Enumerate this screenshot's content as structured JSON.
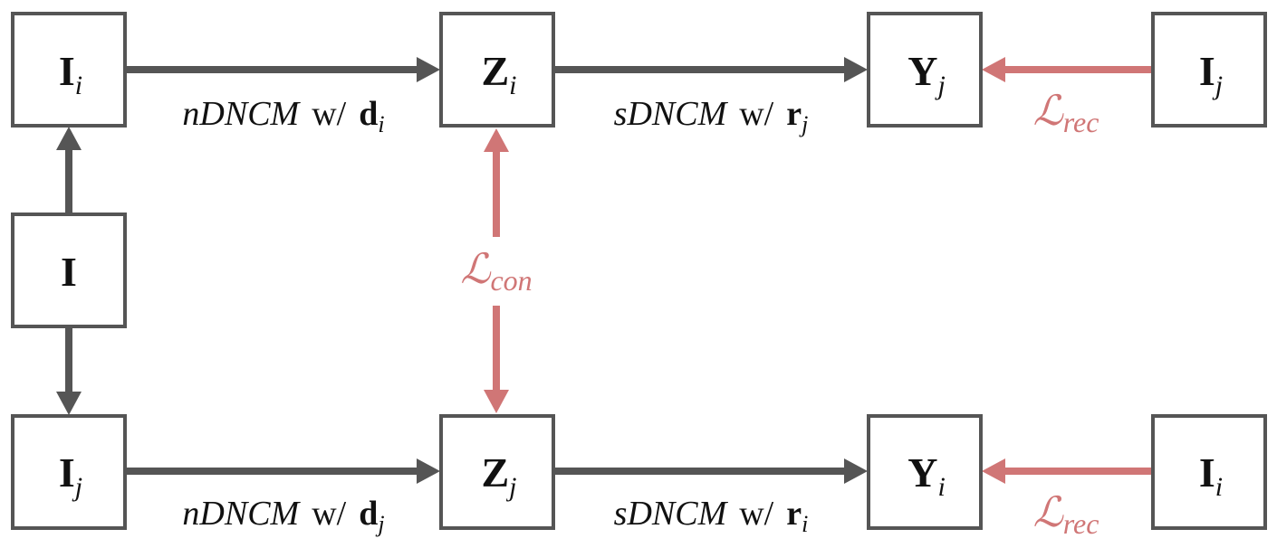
{
  "nodes": {
    "I_i_top": {
      "symbol": "I",
      "sub": "i"
    },
    "Z_i": {
      "symbol": "Z",
      "sub": "i"
    },
    "Y_j": {
      "symbol": "Y",
      "sub": "j"
    },
    "I_j_right": {
      "symbol": "I",
      "sub": "j"
    },
    "I": {
      "symbol": "I",
      "sub": ""
    },
    "I_j_bottom": {
      "symbol": "I",
      "sub": "j"
    },
    "Z_j": {
      "symbol": "Z",
      "sub": "j"
    },
    "Y_i": {
      "symbol": "Y",
      "sub": "i"
    },
    "I_i_right": {
      "symbol": "I",
      "sub": "i"
    }
  },
  "edges": {
    "top_left": {
      "method": "nDNCM",
      "sep": "w/",
      "param": "d",
      "sub": "i"
    },
    "top_mid": {
      "method": "sDNCM",
      "sep": "w/",
      "param": "r",
      "sub": "j"
    },
    "bottom_left": {
      "method": "nDNCM",
      "sep": "w/",
      "param": "d",
      "sub": "j"
    },
    "bottom_mid": {
      "method": "sDNCM",
      "sep": "w/",
      "param": "r",
      "sub": "i"
    }
  },
  "losses": {
    "con": {
      "symbol": "ℒ",
      "sub": "con"
    },
    "rec_top": {
      "symbol": "ℒ",
      "sub": "rec"
    },
    "rec_bot": {
      "symbol": "ℒ",
      "sub": "rec"
    }
  },
  "colors": {
    "box_stroke": "#555555",
    "arrow_gray": "#555555",
    "arrow_red": "#d07676",
    "text": "#111111"
  }
}
